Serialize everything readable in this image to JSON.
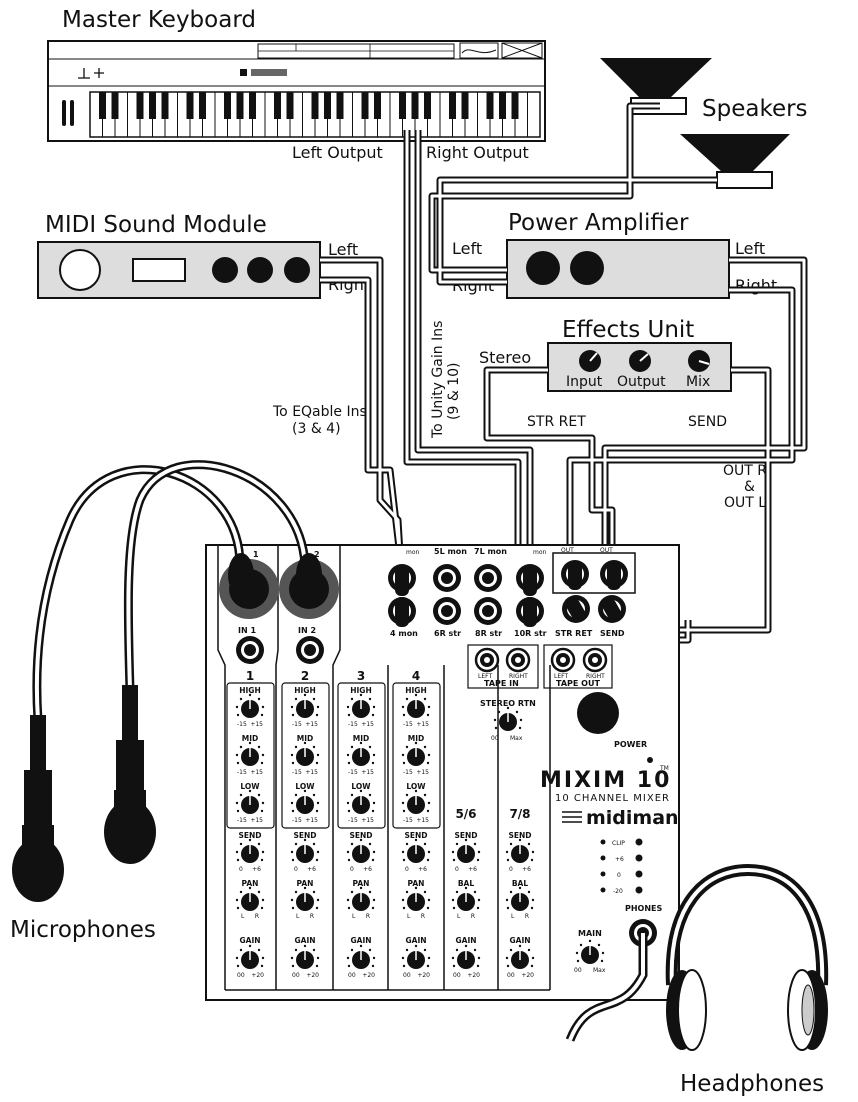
{
  "labels": {
    "master_keyboard": "Master Keyboard",
    "speakers": "Speakers",
    "left_output": "Left Output",
    "right_output": "Right Output",
    "midi_sound_module": "MIDI Sound Module",
    "module_left": "Left",
    "module_right": "Right",
    "power_amplifier": "Power Amplifier",
    "amp_left_in": "Left",
    "amp_right_in": "Right",
    "amp_left_out": "Left",
    "amp_right_out": "Right",
    "effects_unit": "Effects Unit",
    "stereo": "Stereo",
    "fx_input": "Input",
    "fx_output": "Output",
    "fx_mix": "Mix",
    "str_ret": "STR RET",
    "send": "SEND",
    "to_eqable_1": "To EQable Ins",
    "to_eqable_2": "(3 & 4)",
    "to_unity_1": "To Unity Gain Ins",
    "to_unity_2": "(9 & 10)",
    "out_r": "OUT R",
    "amp": "&",
    "out_l": "OUT L",
    "microphones": "Microphones",
    "headphones": "Headphones"
  },
  "mixer": {
    "in1": "IN 1",
    "in2": "IN 2",
    "mic1": "1",
    "mic2": "2",
    "channels": [
      "1",
      "2",
      "3",
      "4",
      "5/6",
      "7/8"
    ],
    "high": "HIGH",
    "mid": "MID",
    "low": "LOW",
    "send": "SEND",
    "pan": "PAN",
    "bal": "BAL",
    "gain": "GAIN",
    "eq_min": "-15",
    "eq_max": "+15",
    "send_min": "0",
    "send_max": "+6",
    "pan_l": "L",
    "pan_r": "R",
    "gain_min": "00",
    "gain_max": "+20",
    "mon_5l": "5L mon",
    "mon_7l": "7L mon",
    "mon_3": "mon",
    "mon_9": "mon",
    "out_r": "OUT",
    "out_l": "OUT",
    "mon_4": "4 mon",
    "str_6r": "6R str",
    "str_8r": "8R str",
    "str_10r": "10R str",
    "str_ret": "STR RET",
    "send_jack": "SEND",
    "tape_left": "LEFT",
    "tape_right": "RIGHT",
    "tape_in": "TAPE IN",
    "tape_out": "TAPE OUT",
    "stereo_rtn": "STEREO RTN",
    "rtn_min": "00",
    "rtn_max": "Max",
    "power": "POWER",
    "model_name": "MIXIM 10",
    "tm": "TM",
    "model_sub": "10 CHANNEL MIXER",
    "brand": "midiman",
    "led_clip": "CLIP",
    "led_p6": "+6",
    "led_0": "0",
    "led_m20": "-20",
    "phones": "PHONES",
    "main": "MAIN",
    "main_min": "00",
    "main_max": "Max"
  }
}
